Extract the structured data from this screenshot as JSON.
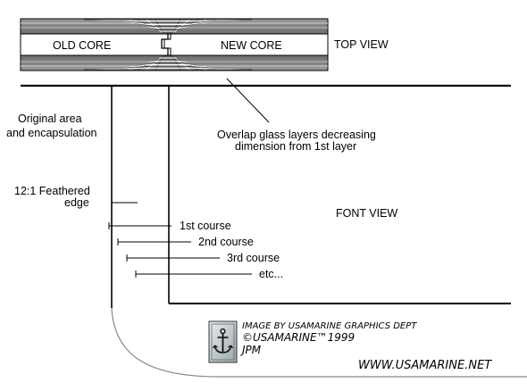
{
  "top_view": {
    "old_core_label": "OLD CORE",
    "new_core_label": "NEW CORE",
    "view_label": "TOP VIEW"
  },
  "front_view": {
    "view_label": "FONT VIEW"
  },
  "annotations": {
    "original_area_line1": "Original area",
    "original_area_line2": "and encapsulation",
    "overlap_line1": "Overlap glass layers decreasing",
    "overlap_line2": "dimension from 1st layer",
    "feathered_line1": "12:1 Feathered",
    "feathered_line2": "edge"
  },
  "courses": [
    "1st course",
    "2nd course",
    "3rd course",
    "etc..."
  ],
  "credit": {
    "line1": "IMAGE BY USAMARINE GRAPHICS DEPT",
    "line2": "©USAMARINE™1999",
    "line3": "JPM",
    "website": "WWW.USAMARINE.NET"
  },
  "logo": {
    "icon": "anchor-icon"
  },
  "colors": {
    "ink": "#000000",
    "laminate_gray": "#8a8a8a",
    "laminate_light": "#c8c8c8",
    "logo_bg": "#cfd8dc"
  }
}
